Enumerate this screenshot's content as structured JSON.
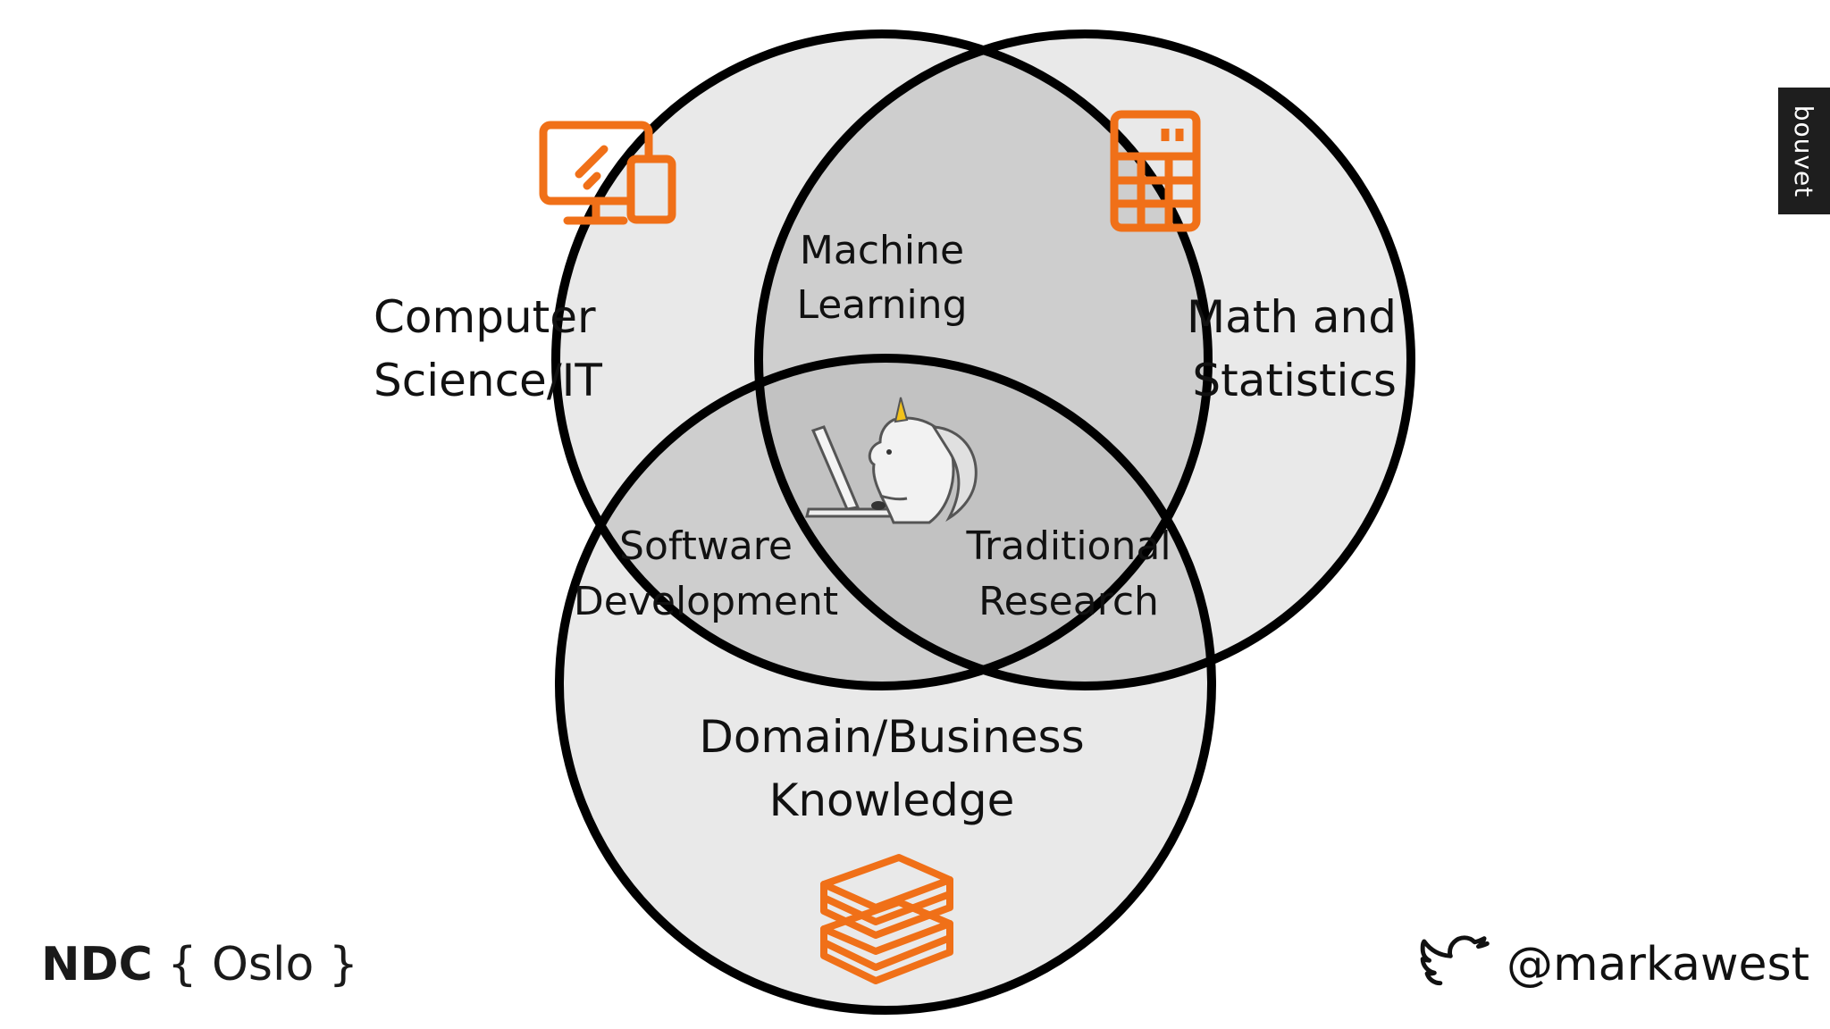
{
  "diagram": {
    "circles": [
      {
        "name": "Computer Science/IT",
        "lines": [
          "Computer",
          "Science/IT"
        ],
        "icon": "monitor-devices-icon"
      },
      {
        "name": "Math and Statistics",
        "lines": [
          "Math and",
          "Statistics"
        ],
        "icon": "calculator-icon"
      },
      {
        "name": "Domain/Business Knowledge",
        "lines": [
          "Domain/Business",
          "Knowledge"
        ],
        "icon": "books-icon"
      }
    ],
    "intersections": {
      "machine_learning": [
        "Machine",
        "Learning"
      ],
      "software_development": [
        "Software",
        "Development"
      ],
      "traditional_research": [
        "Traditional",
        "Research"
      ],
      "center_icon": "unicorn-at-computer-icon"
    }
  },
  "footer": {
    "ndc_bold": "NDC",
    "ndc_rest": " { Oslo }",
    "twitter_icon": "twitter-bird-icon",
    "handle": "@markawest"
  },
  "brand": {
    "label": "bouvet"
  },
  "colors": {
    "circle_fill": "#e9e9e9",
    "overlap2_fill": "#cecece",
    "overlap3_fill": "#c2c2c2",
    "outline": "#000000",
    "icon_accent": "#f07018",
    "brand_tab": "#1e1e1e"
  }
}
